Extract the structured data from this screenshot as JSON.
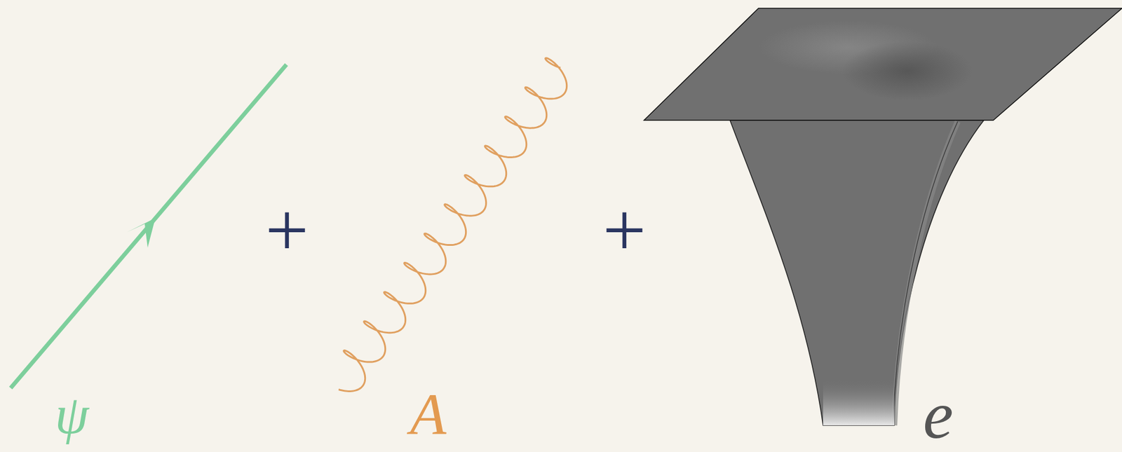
{
  "diagram": {
    "labels": [
      "ψ",
      "+",
      "A",
      "+",
      "e"
    ]
  }
}
